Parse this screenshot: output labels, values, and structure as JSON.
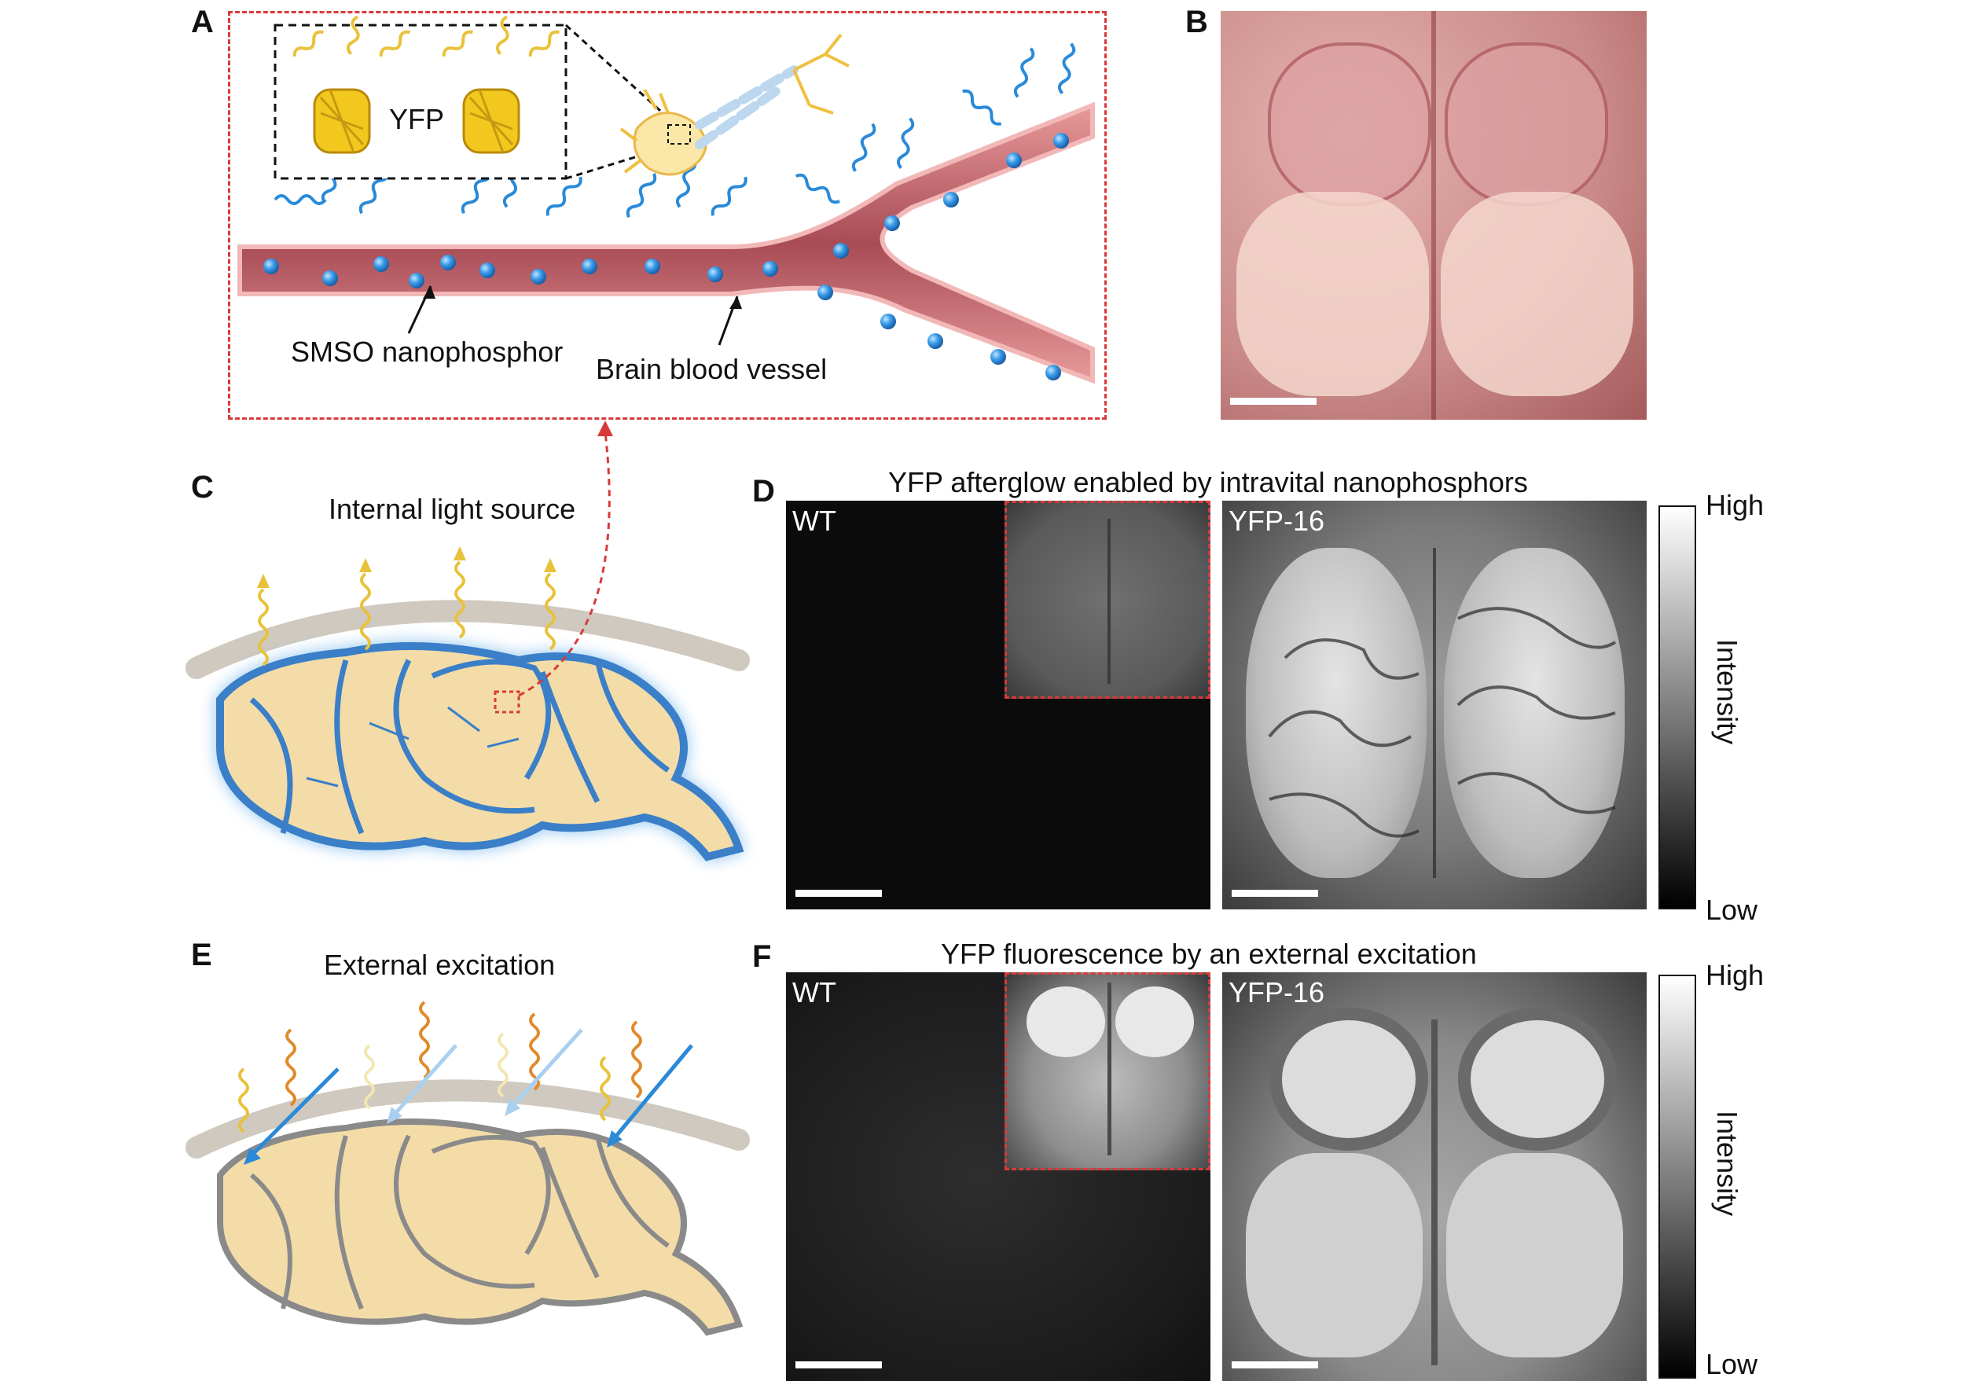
{
  "panels": {
    "A": {
      "letter": "A",
      "inset_label": "YFP",
      "label_nanophosphor": "SMSO nanophosphor",
      "label_vessel": "Brain blood vessel"
    },
    "B": {
      "letter": "B"
    },
    "C": {
      "letter": "C",
      "title": "Internal light source"
    },
    "D": {
      "letter": "D",
      "title": "YFP afterglow enabled by intravital nanophosphors",
      "left_label": "WT",
      "right_label": "YFP-16",
      "colorbar": {
        "high": "High",
        "low": "Low",
        "axis": "Intensity"
      }
    },
    "E": {
      "letter": "E",
      "title": "External excitation"
    },
    "F": {
      "letter": "F",
      "title": "YFP fluorescence by an external excitation",
      "left_label": "WT",
      "right_label": "YFP-16",
      "colorbar": {
        "high": "High",
        "low": "Low",
        "axis": "Intensity"
      }
    }
  },
  "colors": {
    "inset_border": "#d83a3a",
    "vessel_blue": "#3a7fc8",
    "emission_yellow": "#e8c23a",
    "emission_orange": "#e08a2a",
    "excitation_blue": "#2a8ad8",
    "brain_fill": "#f4dca8",
    "skull_gray": "#c8c2b8"
  },
  "icons": [
    "yfp-protein-icon",
    "neuron-icon",
    "brain-icon",
    "light-wave-icon",
    "nanophosphor-particle-icon"
  ]
}
